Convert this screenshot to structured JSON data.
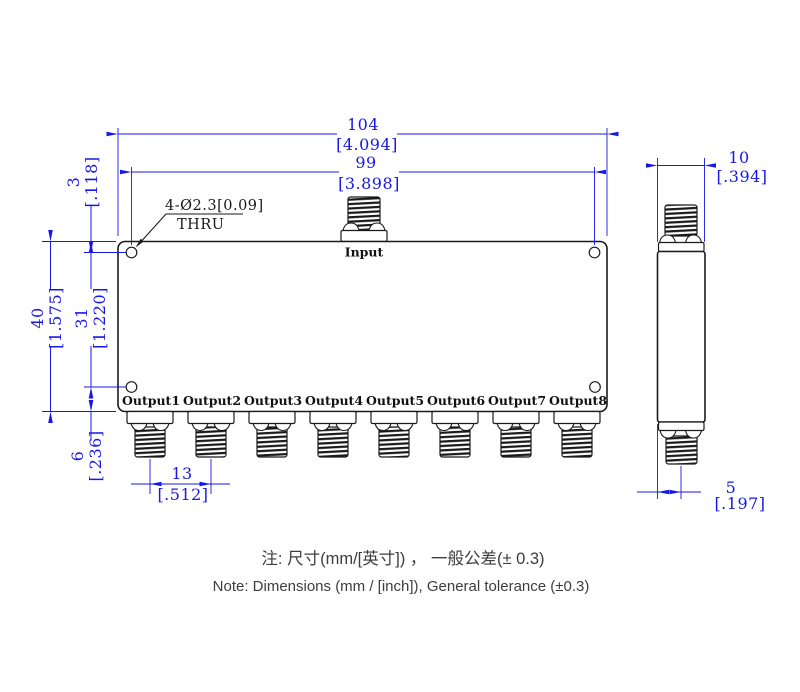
{
  "drawing": {
    "front": {
      "input_label": "Input",
      "outputs": [
        "Output1",
        "Output2",
        "Output3",
        "Output4",
        "Output5",
        "Output6",
        "Output7",
        "Output8"
      ],
      "callout": {
        "line1": "4-Ø2.3[0.09]",
        "line2": "THRU"
      }
    },
    "dims": {
      "width_mm": "104",
      "width_in": "[4.094]",
      "hole_span_mm": "99",
      "hole_span_in": "[3.898]",
      "height_mm": "40",
      "height_in": "[1.575]",
      "hole_vspan_mm": "31",
      "hole_vspan_in": "[1.220]",
      "top_hole_offset_mm": "3",
      "top_hole_offset_in": "[.118]",
      "bottom_hole_offset_mm": "6",
      "bottom_hole_offset_in": "[.236]",
      "output_pitch_mm": "13",
      "output_pitch_in": "[.512]",
      "depth_mm": "10",
      "depth_in": "[.394]",
      "connector_offset_mm": "5",
      "connector_offset_in": "[.197]"
    },
    "notes": {
      "cn": "注: 尺寸(mm/[英寸]) ， 一般公差(± 0.3)",
      "en": "Note: Dimensions (mm / [inch]), General tolerance (±0.3)"
    },
    "colors": {
      "dimension": "#1717e8",
      "outline": "#1a1a1a",
      "note_text": "#3d3d3d",
      "background": "#ffffff"
    }
  }
}
